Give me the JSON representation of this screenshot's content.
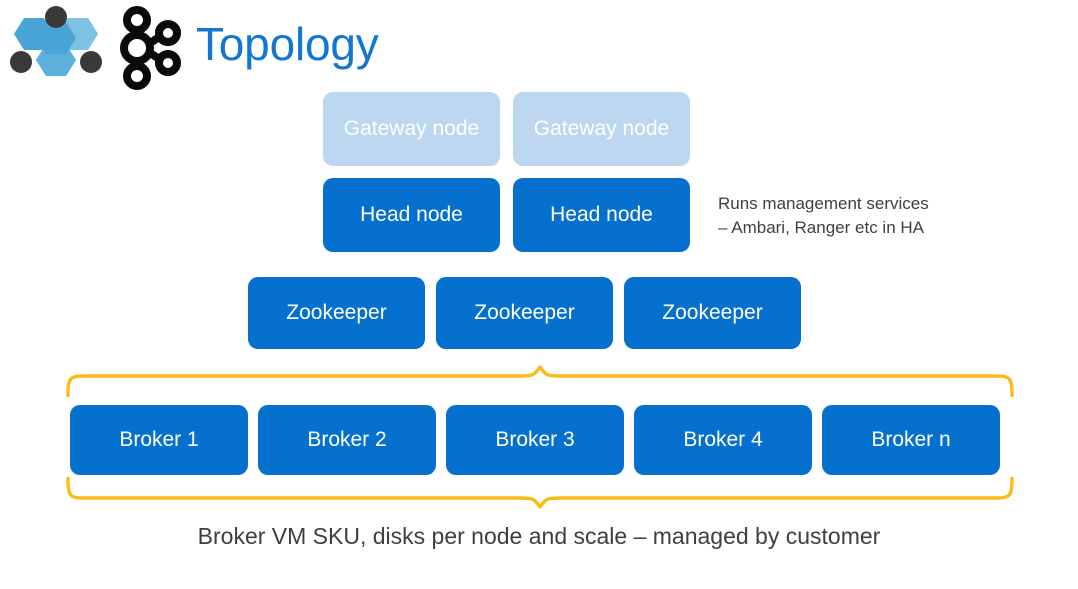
{
  "header": {
    "title": "Topology",
    "title_color": "#1277D3",
    "logos": [
      {
        "name": "hdinsight-logo",
        "label": "HDInsight cluster hexagon logo"
      },
      {
        "name": "kafka-logo",
        "label": "Apache Kafka logo"
      }
    ]
  },
  "colors": {
    "node_blue": "#0670CE",
    "node_light_blue": "#BDD7F0",
    "brace_orange": "#FBBC16",
    "text_dark": "#3F3F3F",
    "node_text": "#FFFFFF",
    "background": "#FFFFFF"
  },
  "diagram": {
    "type": "topology",
    "rows": [
      {
        "id": "gateway-row",
        "style": "light",
        "nodes": [
          {
            "label": "Gateway node"
          },
          {
            "label": "Gateway node"
          }
        ]
      },
      {
        "id": "head-row",
        "style": "blue",
        "nodes": [
          {
            "label": "Head node"
          },
          {
            "label": "Head node"
          }
        ]
      },
      {
        "id": "zookeeper-row",
        "style": "blue",
        "nodes": [
          {
            "label": "Zookeeper"
          },
          {
            "label": "Zookeeper"
          },
          {
            "label": "Zookeeper"
          }
        ]
      },
      {
        "id": "broker-row",
        "style": "blue",
        "nodes": [
          {
            "label": "Broker 1"
          },
          {
            "label": "Broker 2"
          },
          {
            "label": "Broker 3"
          },
          {
            "label": "Broker 4"
          },
          {
            "label": "Broker n"
          }
        ]
      }
    ]
  },
  "annotations": {
    "head_node_note_line1": "Runs management services",
    "head_node_note_line2": "– Ambari, Ranger etc in HA",
    "broker_caption": "Broker VM SKU, disks per node and scale – managed by customer"
  }
}
